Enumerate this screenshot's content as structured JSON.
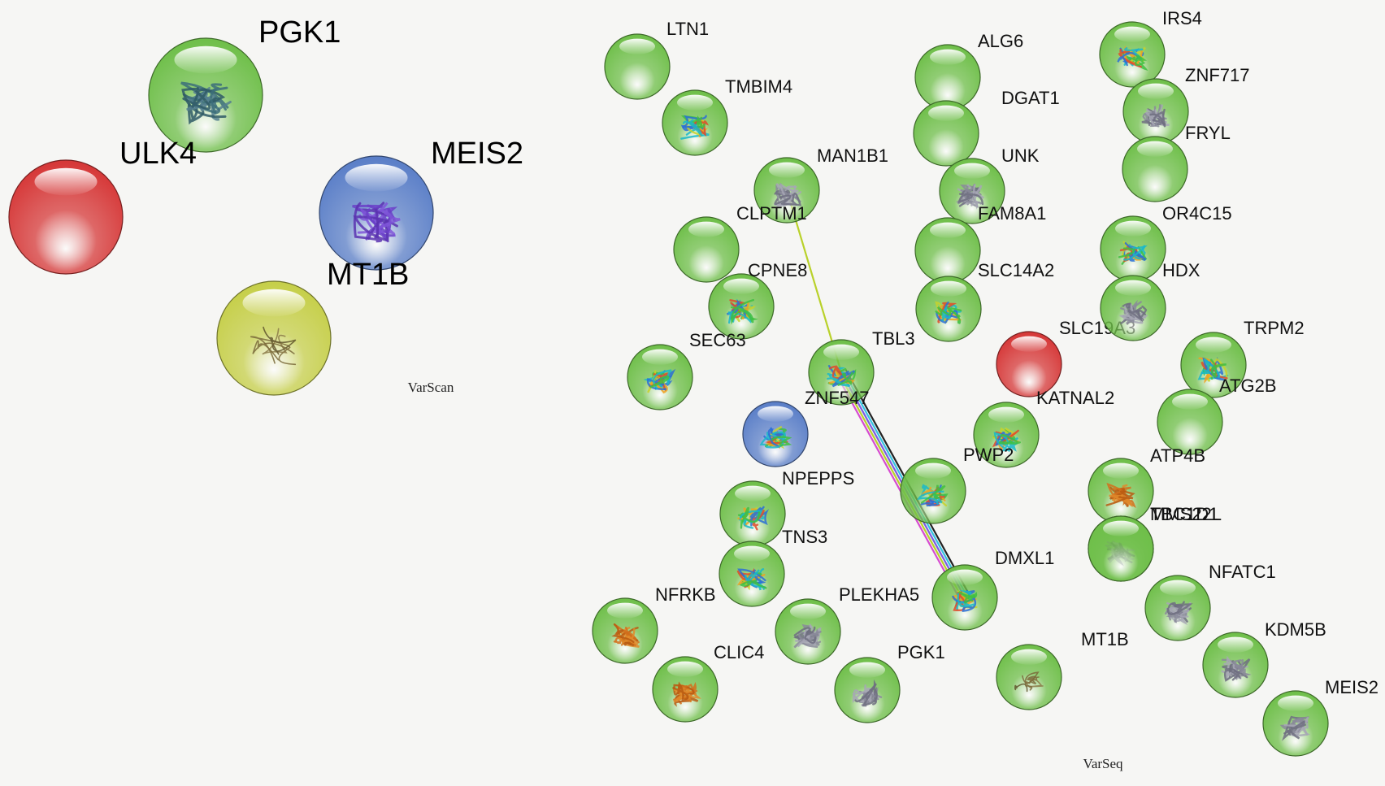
{
  "panels": [
    {
      "caption": "VarScan",
      "nodes": [
        {
          "label": "PGK1",
          "color": "green",
          "structure": "dense-protein"
        },
        {
          "label": "ULK4",
          "color": "red",
          "structure": "none"
        },
        {
          "label": "MEIS2",
          "color": "blue",
          "structure": "helix-protein"
        },
        {
          "label": "MT1B",
          "color": "yellow",
          "structure": "coil-protein"
        }
      ],
      "edges": []
    },
    {
      "caption": "VarSeq",
      "nodes": [
        {
          "label": "LTN1",
          "color": "green",
          "structure": "none"
        },
        {
          "label": "TMBIM4",
          "color": "green",
          "structure": "rainbow-protein"
        },
        {
          "label": "MAN1B1",
          "color": "green",
          "structure": "grey-protein"
        },
        {
          "label": "CLPTM1",
          "color": "green",
          "structure": "none"
        },
        {
          "label": "CPNE8",
          "color": "green",
          "structure": "rainbow-protein"
        },
        {
          "label": "SEC63",
          "color": "green",
          "structure": "rainbow-protein"
        },
        {
          "label": "TBL3",
          "color": "green",
          "structure": "rainbow-protein"
        },
        {
          "label": "ZNF547",
          "color": "blue",
          "structure": "rainbow-protein"
        },
        {
          "label": "NPEPPS",
          "color": "green",
          "structure": "rainbow-protein"
        },
        {
          "label": "TNS3",
          "color": "green",
          "structure": "rainbow-protein"
        },
        {
          "label": "NFRKB",
          "color": "green",
          "structure": "orange-protein"
        },
        {
          "label": "CLIC4",
          "color": "green",
          "structure": "orange-protein"
        },
        {
          "label": "PLEKHA5",
          "color": "green",
          "structure": "grey-protein"
        },
        {
          "label": "PGK1",
          "color": "green",
          "structure": "grey-protein"
        },
        {
          "label": "ALG6",
          "color": "green",
          "structure": "none"
        },
        {
          "label": "DGAT1",
          "color": "green",
          "structure": "none"
        },
        {
          "label": "UNK",
          "color": "green",
          "structure": "grey-protein"
        },
        {
          "label": "FAM8A1",
          "color": "green",
          "structure": "none"
        },
        {
          "label": "SLC14A2",
          "color": "green",
          "structure": "rainbow-protein"
        },
        {
          "label": "SLC19A3",
          "color": "red",
          "structure": "none"
        },
        {
          "label": "KATNAL2",
          "color": "green",
          "structure": "rainbow-protein"
        },
        {
          "label": "PWP2",
          "color": "green",
          "structure": "rainbow-protein"
        },
        {
          "label": "DMXL1",
          "color": "green",
          "structure": "rainbow-protein"
        },
        {
          "label": "MT1B",
          "color": "green",
          "structure": "coil-protein"
        },
        {
          "label": "IRS4",
          "color": "green",
          "structure": "rainbow-protein"
        },
        {
          "label": "ZNF717",
          "color": "green",
          "structure": "grey-protein"
        },
        {
          "label": "FRYL",
          "color": "green",
          "structure": "none"
        },
        {
          "label": "OR4C15",
          "color": "green",
          "structure": "rainbow-protein"
        },
        {
          "label": "HDX",
          "color": "green",
          "structure": "grey-protein"
        },
        {
          "label": "TRPM2",
          "color": "green",
          "structure": "rainbow-protein"
        },
        {
          "label": "ATG2B",
          "color": "green",
          "structure": "none"
        },
        {
          "label": "ATP4B",
          "color": "green",
          "structure": "orange-protein"
        },
        {
          "label": "TBC1D1",
          "color": "green",
          "structure": "grey-protein"
        },
        {
          "label": "MMS22L",
          "color": "green",
          "structure": "none"
        },
        {
          "label": "NFATC1",
          "color": "green",
          "structure": "grey-protein"
        },
        {
          "label": "KDM5B",
          "color": "green",
          "structure": "grey-protein"
        },
        {
          "label": "MEIS2",
          "color": "green",
          "structure": "grey-protein"
        }
      ],
      "edges": [
        {
          "from": "MAN1B1",
          "to": "TBL3",
          "kinds": [
            "textmining"
          ]
        },
        {
          "from": "TBL3",
          "to": "DMXL1",
          "kinds": [
            "coexpression",
            "database",
            "homology",
            "textmining",
            "experiment"
          ]
        }
      ]
    }
  ],
  "colors": {
    "green": "#6fbf4a",
    "red": "#d63838",
    "blue": "#5b7fc8",
    "yellow": "#c6cf4a",
    "textmining": "#b9d12a",
    "coexpression": "#222222",
    "database": "#36c3e0",
    "homology": "#7a5ce0",
    "experiment": "#d64bd0"
  }
}
